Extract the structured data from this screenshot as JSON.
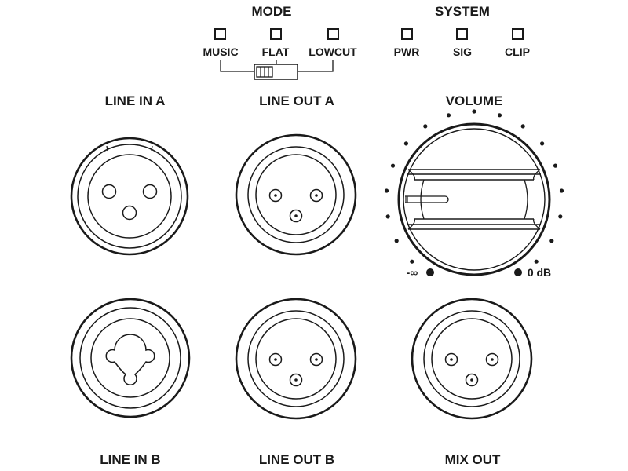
{
  "panel": {
    "mode": {
      "title": "MODE",
      "options": [
        {
          "label": "MUSIC",
          "led": "off"
        },
        {
          "label": "FLAT",
          "led": "off"
        },
        {
          "label": "LOWCUT",
          "led": "off"
        }
      ],
      "switch_position": "MUSIC"
    },
    "system": {
      "title": "SYSTEM",
      "indicators": [
        {
          "label": "PWR",
          "led": "off"
        },
        {
          "label": "SIG",
          "led": "off"
        },
        {
          "label": "CLIP",
          "led": "off"
        }
      ]
    },
    "connectors": [
      {
        "label": "LINE IN A",
        "type": "xlr-female"
      },
      {
        "label": "LINE OUT A",
        "type": "xlr-male"
      },
      {
        "label": "LINE IN B",
        "type": "combo-xlr-jack"
      },
      {
        "label": "LINE OUT B",
        "type": "xlr-male"
      },
      {
        "label": "MIX OUT",
        "type": "xlr-male"
      }
    ],
    "volume": {
      "title": "VOLUME",
      "min_label": "-∞",
      "max_label": "0 dB",
      "scale_dots": 17,
      "position_fraction": 0.25
    },
    "colors": {
      "ink": "#1a1a1a",
      "background": "#ffffff"
    }
  }
}
